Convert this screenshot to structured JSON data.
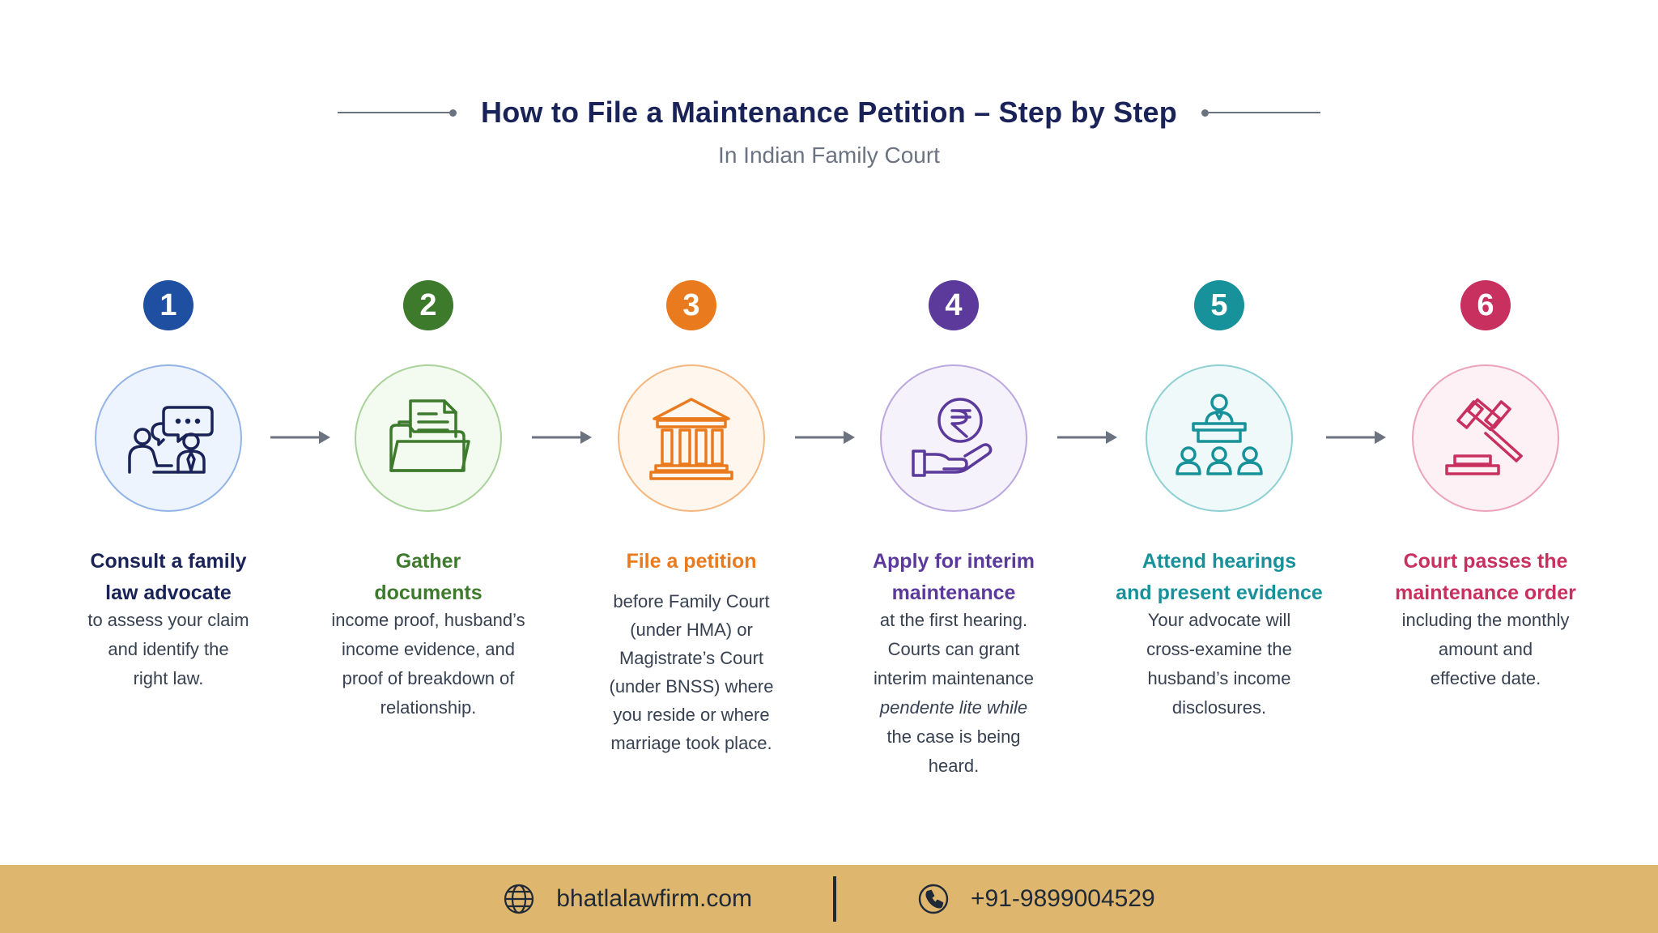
{
  "header": {
    "title": "How to File a Maintenance Petition – Step by Step",
    "subtitle": "In Indian Family Court"
  },
  "steps": [
    {
      "number": "1",
      "icon": "consultation-icon",
      "color": "#1e4fa0",
      "ring": "#93b4e6",
      "fill": "#eef4fd",
      "title_lines": [
        "Consult a family",
        "law advocate"
      ],
      "title_color": "#1a2358",
      "desc_lines": [
        "to assess your claim",
        "and identify the",
        "right law."
      ]
    },
    {
      "number": "2",
      "icon": "documents-folder-icon",
      "color": "#3d7a2c",
      "ring": "#a9d39a",
      "fill": "#f3faf0",
      "title_lines": [
        "Gather",
        "documents"
      ],
      "title_color": "#3d7a2c",
      "desc_lines": [
        "income proof, husband’s",
        "income evidence, and",
        "proof of breakdown of",
        "relationship."
      ]
    },
    {
      "number": "3",
      "icon": "courthouse-icon",
      "color": "#ea7a1e",
      "ring": "#f5b77f",
      "fill": "#fff6ee",
      "title_lines": [
        "File a petition"
      ],
      "title_color": "#ea7a1e",
      "desc_lines": [
        "before Family Court",
        "(under HMA) or",
        "Magistrate’s Court",
        "(under BNSS) where",
        "you reside or where",
        "marriage took place."
      ]
    },
    {
      "number": "4",
      "icon": "rupee-hand-icon",
      "color": "#5b3a9c",
      "ring": "#bba8de",
      "fill": "#f6f2fc",
      "title_lines": [
        "Apply for interim",
        "maintenance"
      ],
      "title_color": "#5b3a9c",
      "desc_lines": [
        "at the first hearing.",
        "Courts can grant",
        "interim maintenance",
        "pendente lite while",
        "the case is being",
        "heard."
      ]
    },
    {
      "number": "5",
      "icon": "hearing-audience-icon",
      "color": "#17929a",
      "ring": "#8fd0d4",
      "fill": "#eff9f9",
      "title_lines": [
        "Attend hearings",
        "and present evidence"
      ],
      "title_color": "#17929a",
      "desc_lines": [
        "Your advocate will",
        "cross-examine the",
        "husband’s income",
        "disclosures."
      ]
    },
    {
      "number": "6",
      "icon": "gavel-icon",
      "color": "#c8305f",
      "ring": "#eba3bb",
      "fill": "#fdf1f5",
      "title_lines": [
        "Court passes the",
        "maintenance order"
      ],
      "title_color": "#c8305f",
      "desc_lines": [
        "including the monthly",
        "amount and",
        "effective date."
      ]
    }
  ],
  "footer": {
    "website": "bhatlalawfirm.com",
    "phone": "+91-9899004529",
    "website_icon": "globe-icon",
    "phone_icon": "phone-icon"
  }
}
